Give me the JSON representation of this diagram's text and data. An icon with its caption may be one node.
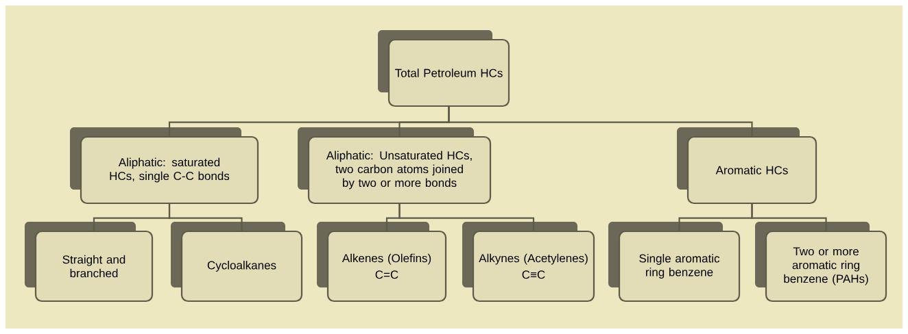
{
  "diagram": {
    "nodes": [
      {
        "text": [
          "Total Petroleum HCs"
        ]
      },
      {
        "text": [
          "Aliphatic: saturated HCs, single C-C bonds"
        ]
      },
      {
        "text": [
          "Aliphatic: Unsaturated HCs, two carbon atoms joined by two or more bonds"
        ]
      },
      {
        "text": [
          "Aromatic HCs"
        ]
      },
      {
        "text": [
          "Straight and branched"
        ]
      },
      {
        "text": [
          "Cycloalkanes"
        ]
      },
      {
        "text": [
          "Alkenes (Olefins)",
          "C=C"
        ]
      },
      {
        "text": [
          "Alkynes (Acetylenes)",
          "C≡C"
        ]
      },
      {
        "text": [
          "Single aromatic ring benzene"
        ]
      },
      {
        "text": [
          "Two or more aromatic ring benzene (PAHs)"
        ]
      }
    ],
    "edges": [
      {
        "from": 0,
        "to": 1,
        "arrow": "none"
      },
      {
        "from": 0,
        "to": 2,
        "arrow": "none"
      },
      {
        "from": 0,
        "to": 3,
        "arrow": "none"
      },
      {
        "from": 1,
        "to": 4,
        "arrow": "none"
      },
      {
        "from": 1,
        "to": 5,
        "arrow": "none"
      },
      {
        "from": 2,
        "to": 6,
        "arrow": "none"
      },
      {
        "from": 2,
        "to": 7,
        "arrow": "none"
      },
      {
        "from": 3,
        "to": 8,
        "arrow": "none"
      },
      {
        "from": 3,
        "to": 9,
        "arrow": "none"
      }
    ]
  }
}
